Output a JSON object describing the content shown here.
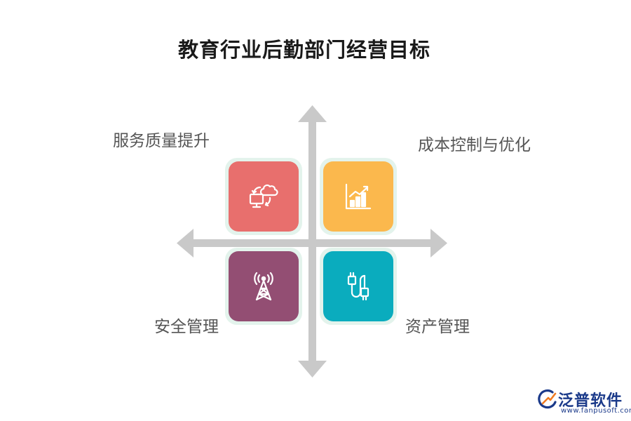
{
  "title": "教育行业后勤部门经营目标",
  "quadrants": {
    "top_left": {
      "label": "服务质量提升",
      "color": "#e86f6d",
      "icon": "cloud-computer-sync-icon"
    },
    "top_right": {
      "label": "成本控制与优化",
      "color": "#fbb84d",
      "icon": "bar-chart-growth-icon"
    },
    "bottom_left": {
      "label": "安全管理",
      "color": "#934e73",
      "icon": "signal-tower-icon"
    },
    "bottom_right": {
      "label": "资产管理",
      "color": "#0aacbe",
      "icon": "cable-connector-icon"
    }
  },
  "axis_color": "#c9c9c9",
  "logo": {
    "name": "泛普软件",
    "url": "www.fanpusoft.com",
    "color": "#1b3a8a",
    "accent": "#f07b22"
  }
}
